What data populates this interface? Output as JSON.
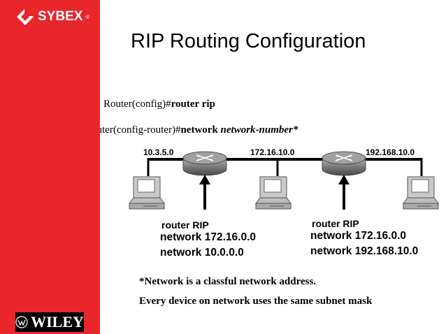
{
  "sidebar": {
    "top_logo": "SYBEX",
    "bottom_logo": "WILEY",
    "color": "#e8262b"
  },
  "slide": {
    "title": "RIP Routing Configuration",
    "command1": {
      "prefix": "Router(config)#",
      "command": "router rip"
    },
    "command2": {
      "prefix": "outer(config-router)#",
      "command": "network",
      "argument": "network-number*"
    }
  },
  "diagram": {
    "networks": [
      "10.3.5.0",
      "172.16.10.0",
      "192.168.10.0"
    ],
    "router1": {
      "lines": [
        "router RIP",
        "network 172.16.0.0",
        "network 10.0.0.0"
      ]
    },
    "router2": {
      "lines": [
        "router RIP",
        "network 172.16.0.0",
        "network 192.168.10.0"
      ]
    },
    "icons": [
      "router-icon",
      "computer-icon"
    ]
  },
  "notes": [
    "*Network is a classful network address.",
    "Every device on network uses the same subnet mask"
  ]
}
